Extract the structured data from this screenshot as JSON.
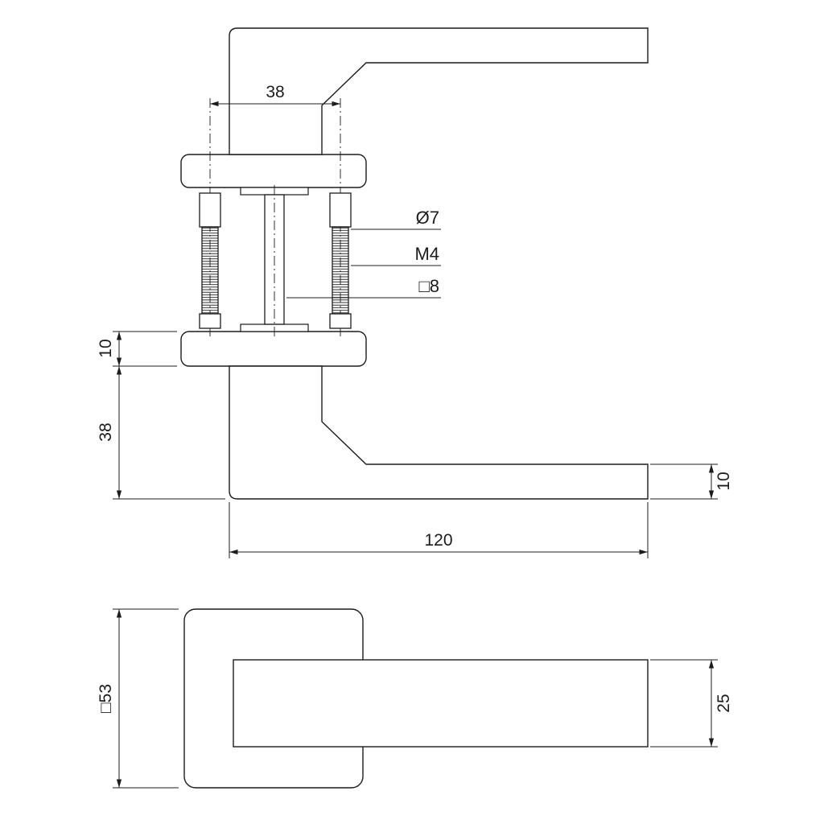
{
  "dims": {
    "screw_spacing": "38",
    "rose_thickness": "10",
    "handle_height": "38",
    "lever_profile_thickness": "10",
    "lever_length": "120",
    "rose_front_size": "□53",
    "lever_front_width": "25"
  },
  "callouts": {
    "screw_diameter": "Ø7",
    "thread_size": "M4",
    "spindle_size": "□8"
  },
  "colors": {
    "line": "#1c1c1c",
    "background": "#ffffff"
  }
}
